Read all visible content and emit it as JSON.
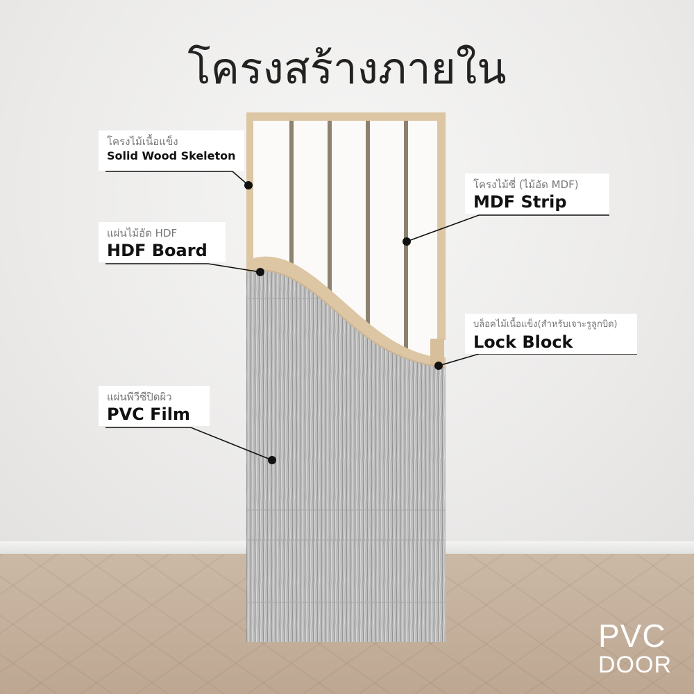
{
  "title": "โครงสร้างภายใน",
  "labels": {
    "solid_wood": {
      "th": "โครงไม้เนื้อแข็ง",
      "en": "Solid Wood Skeleton"
    },
    "mdf_strip": {
      "th": "โครงไม้ซี่ (ไม้อัด MDF)",
      "en": "MDF Strip"
    },
    "hdf_board": {
      "th": "แผ่นไม้อัด HDF",
      "en": "HDF Board"
    },
    "lock_block": {
      "th": "บล็อคไม้เนื้อแข็ง(สำหรับเจาะรูลูกบิด)",
      "en": "Lock Block"
    },
    "pvc_film": {
      "th": "แผ่นพีวีซีปิดผิว",
      "en": "PVC Film"
    }
  },
  "brand": {
    "line1": "PVC",
    "line2": "DOOR"
  },
  "colors": {
    "wood": "#dcc6a3",
    "pvc_film": "#b9b9b9",
    "strip": "#8c826f",
    "callout": "#111111"
  }
}
